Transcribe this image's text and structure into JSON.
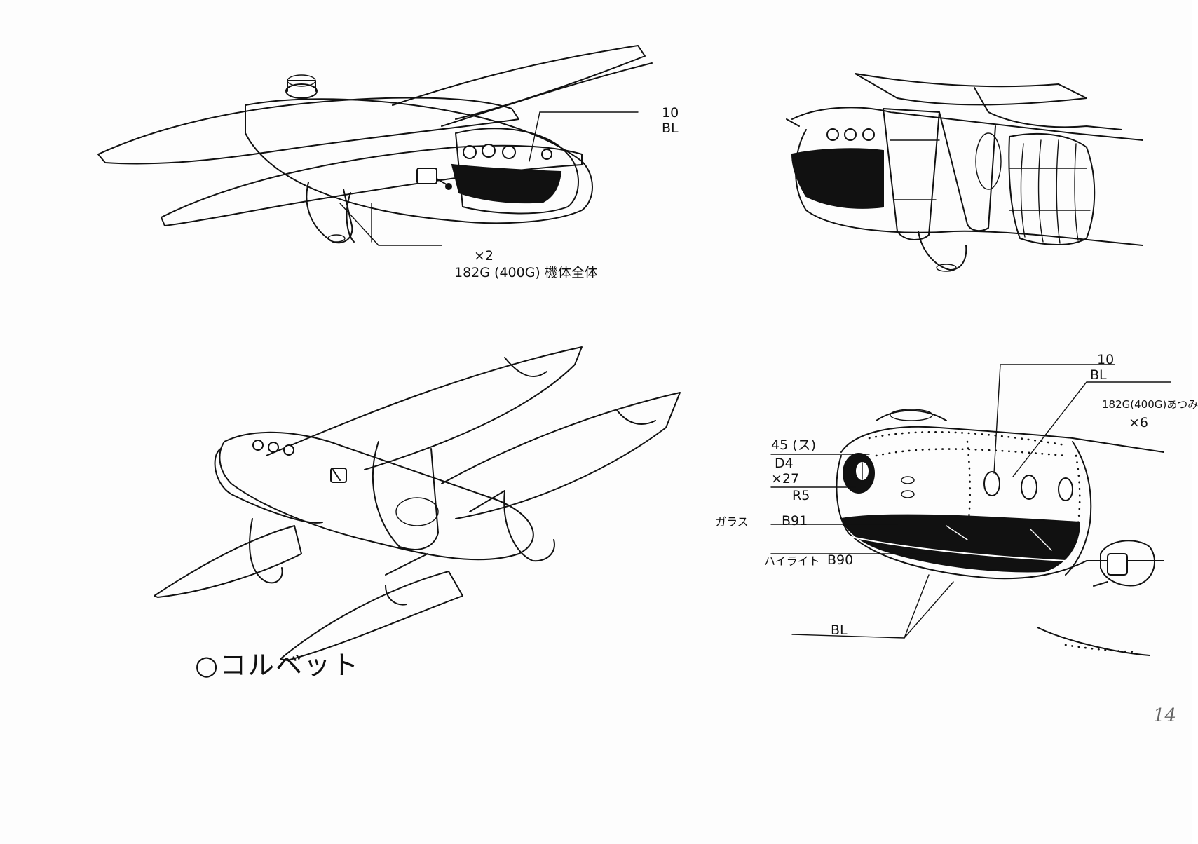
{
  "title": "○コルベット",
  "page_number": "14",
  "view1": {
    "color_top_count": "10",
    "color_top_code": "BL",
    "color_bottom_count": "×2",
    "color_bottom_code": "182G (400G) 機体全体"
  },
  "view4": {
    "c1_top": "10",
    "c1_bottom": "BL",
    "c2_top": "182G(400G)あつみ",
    "c2_bottom": "×6",
    "c3_top": "45 (ス)",
    "c3_bottom": "D4",
    "c4_top": "×27",
    "c4_bottom": "R5",
    "c5_prefix": "ガラス",
    "c5_code": "B91",
    "c6_prefix": "ハイライト",
    "c6_code": "B90",
    "c7_code": "BL"
  }
}
